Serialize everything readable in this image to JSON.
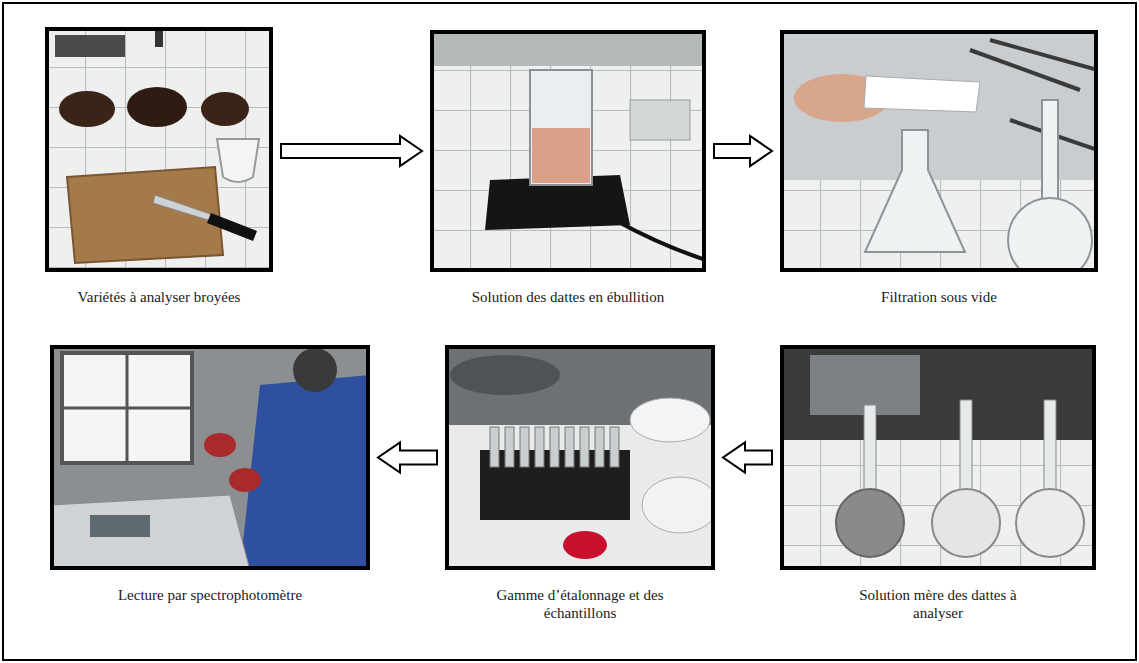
{
  "diagram": {
    "nodes": [
      {
        "text": [
          "Variétés à analyser broyées"
        ]
      },
      {
        "text": [
          "Solution des dattes en ébullition"
        ]
      },
      {
        "text": [
          "Filtration sous vide"
        ]
      },
      {
        "text": [
          "Solution mère des dattes à analyser"
        ]
      },
      {
        "text": [
          "Gamme d’étalonnage et des échantillons"
        ]
      },
      {
        "text": [
          "Lecture par spectrophotomètre"
        ]
      }
    ],
    "edges": [
      {
        "from": 0,
        "to": 1,
        "arrow": "to"
      },
      {
        "from": 1,
        "to": 2,
        "arrow": "to"
      },
      {
        "from": 3,
        "to": 4,
        "arrow": "to"
      },
      {
        "from": 4,
        "to": 5,
        "arrow": "to"
      }
    ]
  }
}
